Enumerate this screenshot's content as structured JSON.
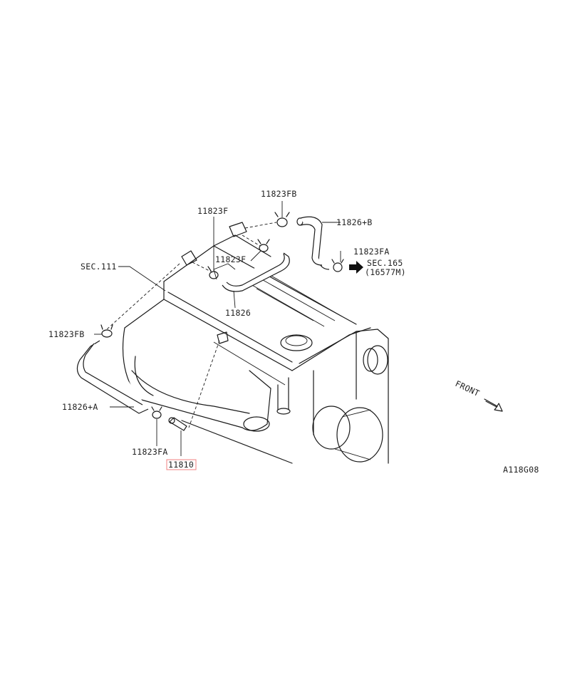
{
  "diagram": {
    "labels": {
      "p11823fb_top": "11823FB",
      "p11823f_top": "11823F",
      "p11826b": "11826+B",
      "p11823fa_right": "11823FA",
      "sec111": "SEC.111",
      "p11823f_mid": "11823F",
      "sec165": "SEC.165",
      "sec165_ref": "(16577M)",
      "p11826": "11826",
      "p11823fb_left": "11823FB",
      "p11826a": "11826+A",
      "p11823fa_bottom": "11823FA",
      "p11810": "11810",
      "front": "FRONT",
      "code": "A118G08"
    },
    "highlight": "p11810",
    "highlight_color": "#f08080"
  }
}
